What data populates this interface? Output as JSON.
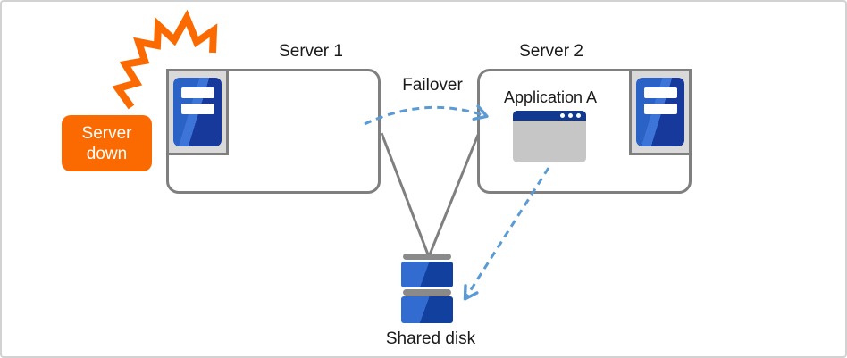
{
  "diagram_type": "failover-cluster-diagram",
  "labels": {
    "server1": "Server 1",
    "server2": "Server 2",
    "failover": "Failover",
    "application": "Application A",
    "shared_disk": "Shared disk"
  },
  "badge": {
    "line1": "Server",
    "line2": "down"
  },
  "edges": [
    {
      "id": "failover",
      "from": "server1",
      "to": "server2",
      "style": "dashed-arrow",
      "label": "Failover",
      "color": "#5b9bd5"
    },
    {
      "id": "server1-shared-disk",
      "from": "server1",
      "to": "shared-disk",
      "style": "solid-line",
      "color": "#7f7f7f"
    },
    {
      "id": "server2-shared-disk",
      "from": "server2",
      "to": "shared-disk",
      "style": "solid-line",
      "color": "#7f7f7f"
    },
    {
      "id": "application-shared-disk",
      "from": "application-a",
      "to": "shared-disk",
      "style": "dashed-arrow",
      "color": "#5b9bd5"
    }
  ],
  "icons": {
    "server1_icon": "server-icon",
    "server2_icon": "server-icon",
    "crash_burst": "crash-burst-icon",
    "application_window": "app-window-icon",
    "shared_disk": "shared-disk-icon"
  },
  "colors": {
    "orange": "#fb6a00",
    "server_blue": "#2b62c5",
    "server_blue_dark": "#16399b",
    "server_blue_highlight": "#3d74d8",
    "app_titlebar_blue": "#10398f",
    "app_body_gray": "#c6c6c6",
    "box_border_gray": "#7f7f7f",
    "icon_panel_gray": "#d9d9d9",
    "connector_gray": "#7f7f7f",
    "dashed_blue": "#5b9bd5",
    "disk_cap_gray": "#8a8a8a",
    "canvas_border_gray": "#d2d2d2",
    "text_color": "#1a1a1a",
    "white": "#ffffff"
  }
}
